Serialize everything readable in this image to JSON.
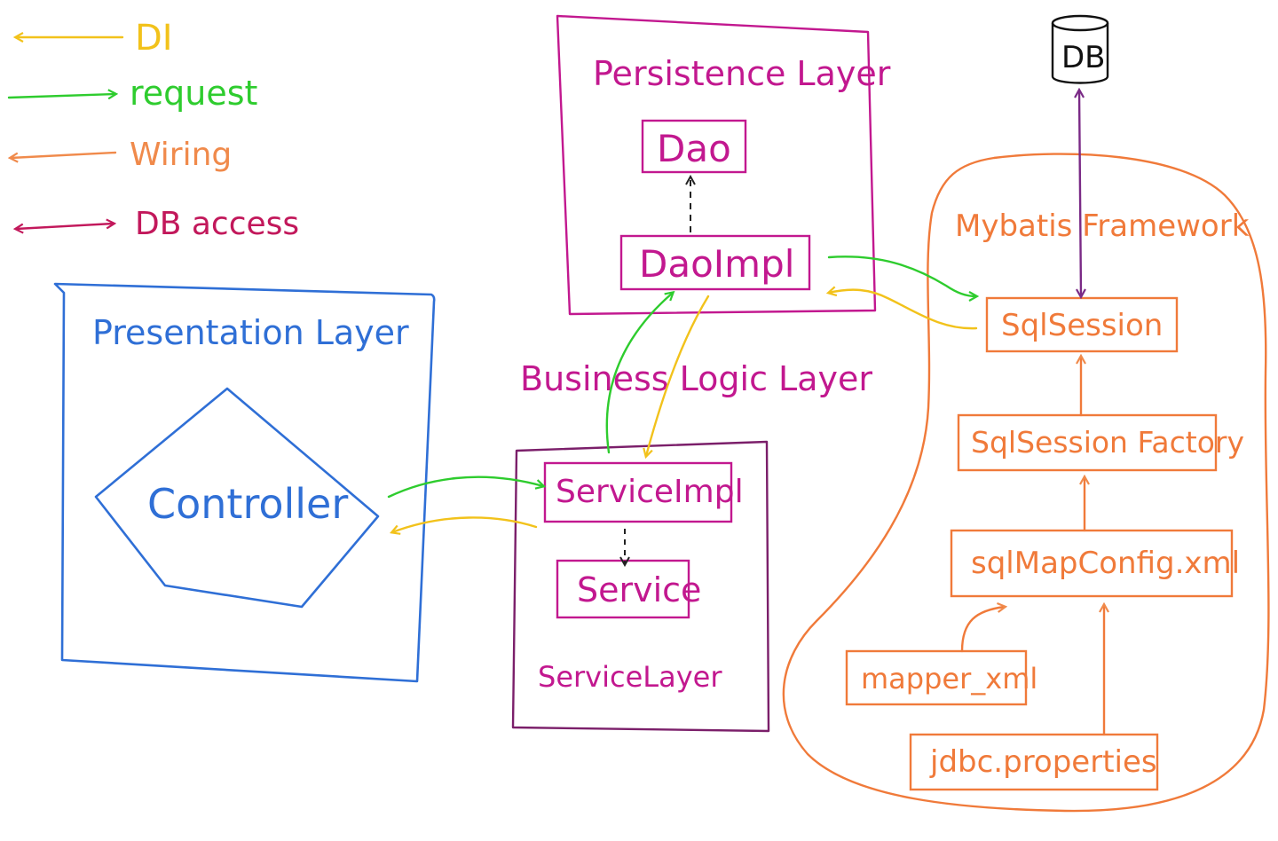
{
  "colors": {
    "di": "#f2c21b",
    "request": "#2ecc2e",
    "wiring": "#f08a4b",
    "db_access": "#c2185b",
    "presentation": "#2f6fd6",
    "persistence": "#c2188f",
    "service": "#7b1f6a",
    "mybatis": "#f07a3a",
    "db_line": "#7a2a86",
    "db_icon": "#111111"
  },
  "legend": {
    "di": "DI",
    "request": "request",
    "wiring": "Wiring",
    "db_access": "DB access"
  },
  "presentation": {
    "title": "Presentation Layer",
    "controller": "Controller"
  },
  "persistence": {
    "title": "Persistence Layer",
    "dao": "Dao",
    "dao_impl": "DaoImpl"
  },
  "business": {
    "title": "Business Logic Layer"
  },
  "service_layer": {
    "title": "ServiceLayer",
    "service_impl": "ServiceImpl",
    "service": "Service"
  },
  "mybatis": {
    "title": "Mybatis Framework",
    "sql_session": "SqlSession",
    "sql_session_factory": "SqlSession Factory",
    "sql_map_config": "sqlMapConfig.xml",
    "mapper_xml": "mapper_xml",
    "jdbc_properties": "jdbc.properties"
  },
  "db": {
    "label": "DB"
  }
}
